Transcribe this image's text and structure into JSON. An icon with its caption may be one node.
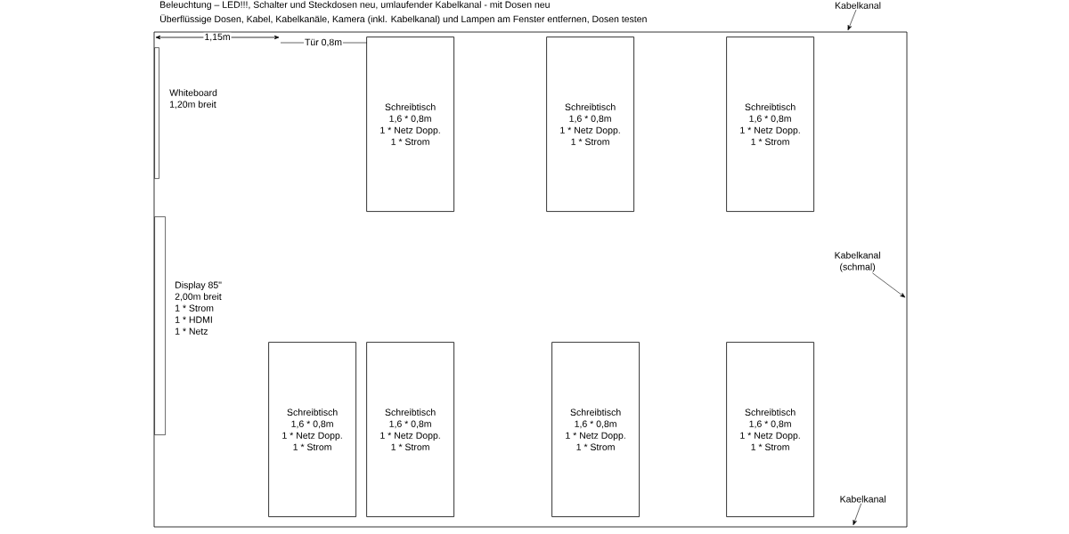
{
  "diagram": {
    "nodes": [
      {
        "text": [],
        "shape": "box"
      },
      {
        "text": [],
        "shape": "bar",
        "in": 0,
        "beside": [
          "Whiteboard",
          "1,20m breit"
        ]
      },
      {
        "text": [],
        "shape": "bar",
        "in": 0,
        "beside": [
          "Display 85\"",
          "2,00m breit",
          "1 * Strom",
          "1 * HDMI",
          "1 * Netz"
        ]
      },
      {
        "text": [
          "Schreibtisch",
          "1,6 * 0,8m",
          "1 * Netz Dopp.",
          "1 * Strom"
        ],
        "in": 0
      },
      {
        "text": [
          "Schreibtisch",
          "1,6 * 0,8m",
          "1 * Netz Dopp.",
          "1 * Strom"
        ],
        "in": 0
      },
      {
        "text": [
          "Schreibtisch",
          "1,6 * 0,8m",
          "1 * Netz Dopp.",
          "1 * Strom"
        ],
        "in": 0
      },
      {
        "text": [
          "Schreibtisch",
          "1,6 * 0,8m",
          "1 * Netz Dopp.",
          "1 * Strom"
        ],
        "in": 0
      },
      {
        "text": [
          "Schreibtisch",
          "1,6 * 0,8m",
          "1 * Netz Dopp.",
          "1 * Strom"
        ],
        "in": 0
      },
      {
        "text": [
          "Schreibtisch",
          "1,6 * 0,8m",
          "1 * Netz Dopp.",
          "1 * Strom"
        ],
        "in": 0
      },
      {
        "text": [
          "Schreibtisch",
          "1,6 * 0,8m",
          "1 * Netz Dopp.",
          "1 * Strom"
        ],
        "in": 0
      },
      {
        "text": [
          "Kabelkanal"
        ]
      },
      {
        "text": [
          "Kabelkanal",
          "(schmal)"
        ],
        "in": 0
      },
      {
        "text": [
          "Kabelkanal"
        ],
        "in": 0
      }
    ],
    "edges": [
      {
        "from": 10,
        "to": 0,
        "arrow": "to"
      },
      {
        "from": 11,
        "to": 0,
        "arrow": "to"
      },
      {
        "from": 12,
        "to": 0,
        "arrow": "to"
      }
    ],
    "labels": [
      "Beleuchtung – LED!!!, Schalter und Steckdosen neu, umlaufender Kabelkanal - mit Dosen neu",
      "Überflüssige Dosen, Kabel, Kabelkanäle, Kamera (inkl. Kabelkanal) und Lampen am Fenster entfernen, Dosen testen",
      "1,15m",
      "Tür 0,8m"
    ]
  }
}
